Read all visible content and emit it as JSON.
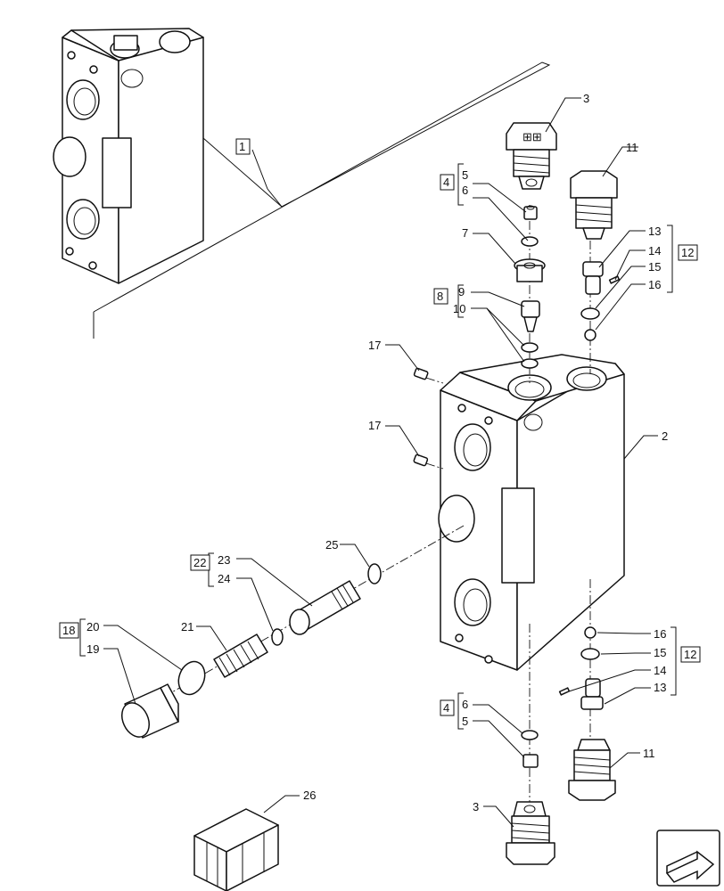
{
  "labels": {
    "l1": "1",
    "l2": "2",
    "l3a": "3",
    "l3b": "3",
    "l4a": "4",
    "l4b": "4",
    "l5a": "5",
    "l5b": "5",
    "l6a": "6",
    "l6b": "6",
    "l7": "7",
    "l8": "8",
    "l9": "9",
    "l10": "10",
    "l11a": "11",
    "l11b": "11",
    "l12a": "12",
    "l12b": "12",
    "l13a": "13",
    "l13b": "13",
    "l14a": "14",
    "l14b": "14",
    "l15a": "15",
    "l15b": "15",
    "l16a": "16",
    "l16b": "16",
    "l17a": "17",
    "l17b": "17",
    "l18": "18",
    "l19": "19",
    "l20": "20",
    "l21": "21",
    "l22": "22",
    "l23": "23",
    "l24": "24",
    "l25": "25",
    "l26": "26"
  },
  "icons": {
    "nav": "next-page-arrow-icon",
    "crate": "shipping-crate-icon"
  }
}
